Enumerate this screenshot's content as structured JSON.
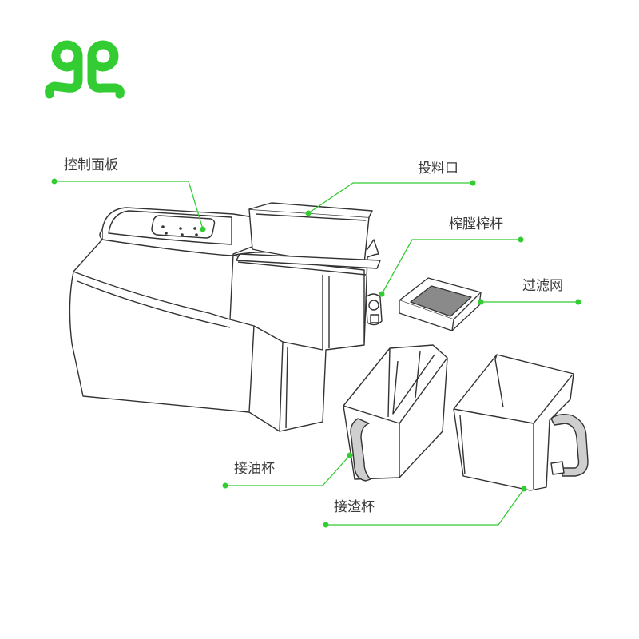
{
  "brand": {
    "logo_icon": "brand-logo-icon",
    "logo_color": "#33cc33"
  },
  "colors": {
    "accent": "#33cc33",
    "line": "#333333",
    "text": "#3a3a3a"
  },
  "callouts": {
    "control_panel": "控制面板",
    "feed_inlet": "投料口",
    "press_chamber": "榨膛榨杆",
    "filter_screen": "过滤网",
    "oil_cup": "接油杯",
    "residue_cup": "接渣杯"
  }
}
